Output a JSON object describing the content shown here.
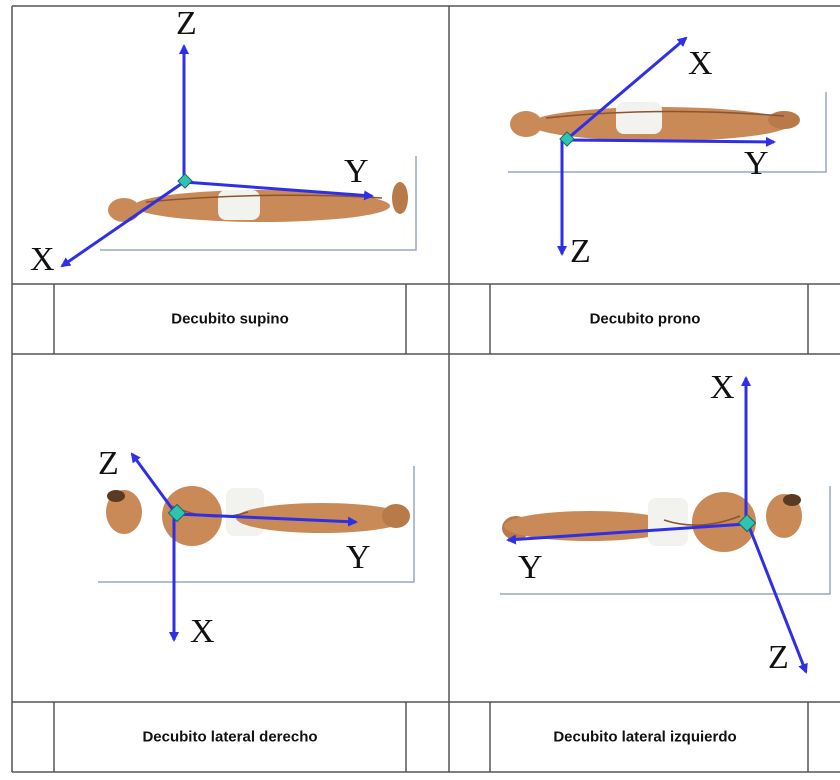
{
  "colors": {
    "axis": "#2f2fe6",
    "origin": "#2fc4b0",
    "skin": "#c98a58",
    "skin_dark": "#8a5430",
    "cloth": "#f2f2ee",
    "frame": "#9aa6c8",
    "grid_line": "#555555"
  },
  "panels": [
    {
      "caption": "Decubito supino",
      "axes": {
        "z": "Z",
        "y": "Y",
        "x": "X"
      }
    },
    {
      "caption": "Decubito prono",
      "axes": {
        "x": "X",
        "y": "Y",
        "z": "Z"
      }
    },
    {
      "caption": "Decubito lateral derecho",
      "axes": {
        "z": "Z",
        "y": "Y",
        "x": "X"
      }
    },
    {
      "caption": "Decubito lateral izquierdo",
      "axes": {
        "x": "X",
        "y": "Y",
        "z": "Z"
      }
    }
  ]
}
